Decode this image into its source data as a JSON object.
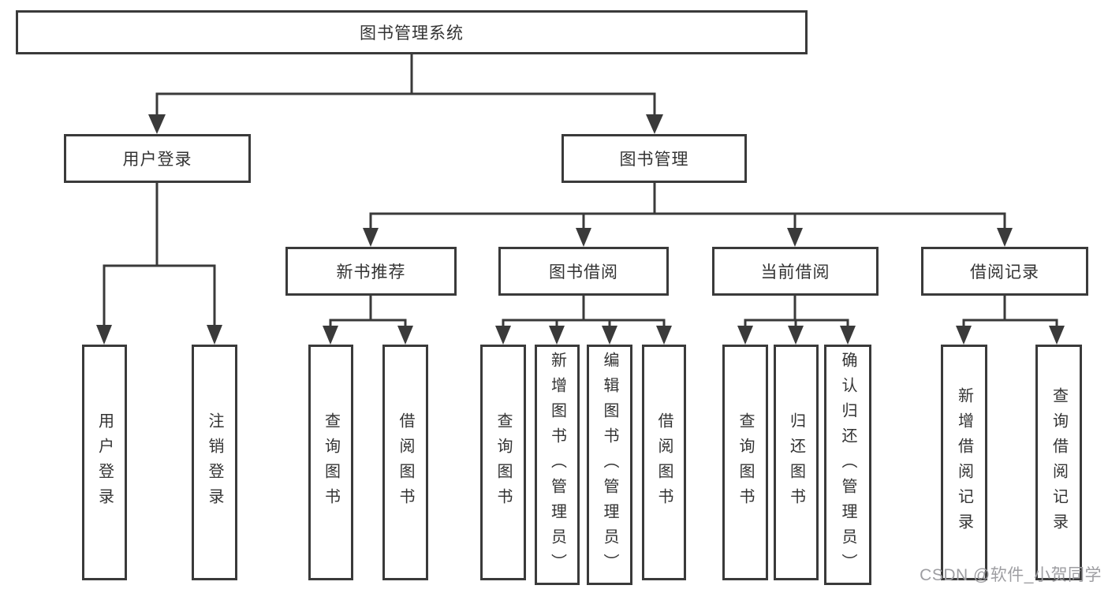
{
  "colors": {
    "line": "#3a3a3a",
    "text": "#333333",
    "box_bg": "#ffffff",
    "watermark": "#9e9ea2"
  },
  "watermark": "CSDN @软件_小贺同学",
  "tree": {
    "root": {
      "label": "图书管理系统"
    },
    "children": [
      {
        "label": "用户登录",
        "children": [
          {
            "label": "用户登录"
          },
          {
            "label": "注销登录"
          }
        ]
      },
      {
        "label": "图书管理",
        "children": [
          {
            "label": "新书推荐",
            "children": [
              {
                "label": "查询图书"
              },
              {
                "label": "借阅图书"
              }
            ]
          },
          {
            "label": "图书借阅",
            "children": [
              {
                "label": "查询图书"
              },
              {
                "label": "新增图书（管理员）"
              },
              {
                "label": "编辑图书（管理员）"
              },
              {
                "label": "借阅图书"
              }
            ]
          },
          {
            "label": "当前借阅",
            "children": [
              {
                "label": "查询图书"
              },
              {
                "label": "归还图书"
              },
              {
                "label": "确认归还（管理员）"
              }
            ]
          },
          {
            "label": "借阅记录",
            "children": [
              {
                "label": "新增借阅记录"
              },
              {
                "label": "查询借阅记录"
              }
            ]
          }
        ]
      }
    ]
  }
}
